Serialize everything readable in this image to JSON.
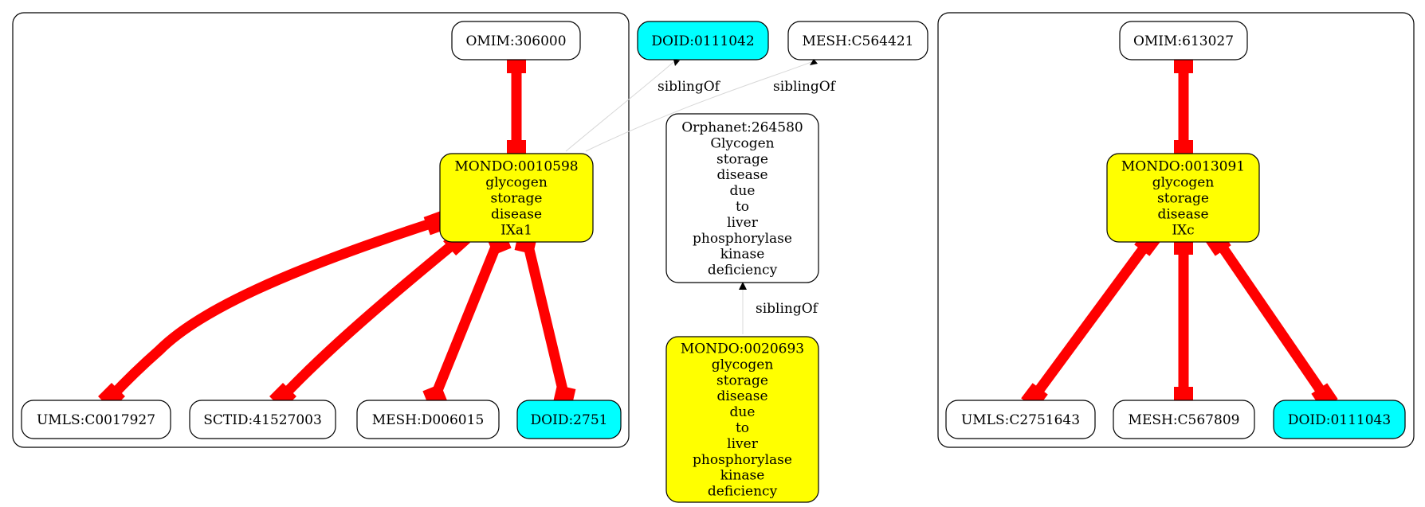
{
  "colors": {
    "mondo_fill": "#ffff00",
    "doid_fill": "#00ffff",
    "plain_fill": "#ffffff",
    "equivalence_edge": "#ff0000",
    "sibling_edge": "#d8d8d8"
  },
  "nodes": {
    "omim_306000": [
      "OMIM:306000"
    ],
    "mondo_0010598": [
      "MONDO:0010598",
      "glycogen",
      "storage",
      "disease",
      "IXa1"
    ],
    "umls_c0017927": [
      "UMLS:C0017927"
    ],
    "sctid_41527003": [
      "SCTID:41527003"
    ],
    "mesh_d006015": [
      "MESH:D006015"
    ],
    "doid_2751": [
      "DOID:2751"
    ],
    "doid_0111042": [
      "DOID:0111042"
    ],
    "mesh_c564421": [
      "MESH:C564421"
    ],
    "orphanet_264580": [
      "Orphanet:264580",
      "Glycogen",
      "storage",
      "disease",
      "due",
      "to",
      "liver",
      "phosphorylase",
      "kinase",
      "deficiency"
    ],
    "mondo_0020693": [
      "MONDO:0020693",
      "glycogen",
      "storage",
      "disease",
      "due",
      "to",
      "liver",
      "phosphorylase",
      "kinase",
      "deficiency"
    ],
    "omim_613027": [
      "OMIM:613027"
    ],
    "mondo_0013091": [
      "MONDO:0013091",
      "glycogen",
      "storage",
      "disease",
      "IXc"
    ],
    "umls_c2751643": [
      "UMLS:C2751643"
    ],
    "mesh_c567809": [
      "MESH:C567809"
    ],
    "doid_0111043": [
      "DOID:0111043"
    ]
  },
  "edge_labels": {
    "sibling_1": "siblingOf",
    "sibling_2": "siblingOf",
    "sibling_3": "siblingOf"
  }
}
